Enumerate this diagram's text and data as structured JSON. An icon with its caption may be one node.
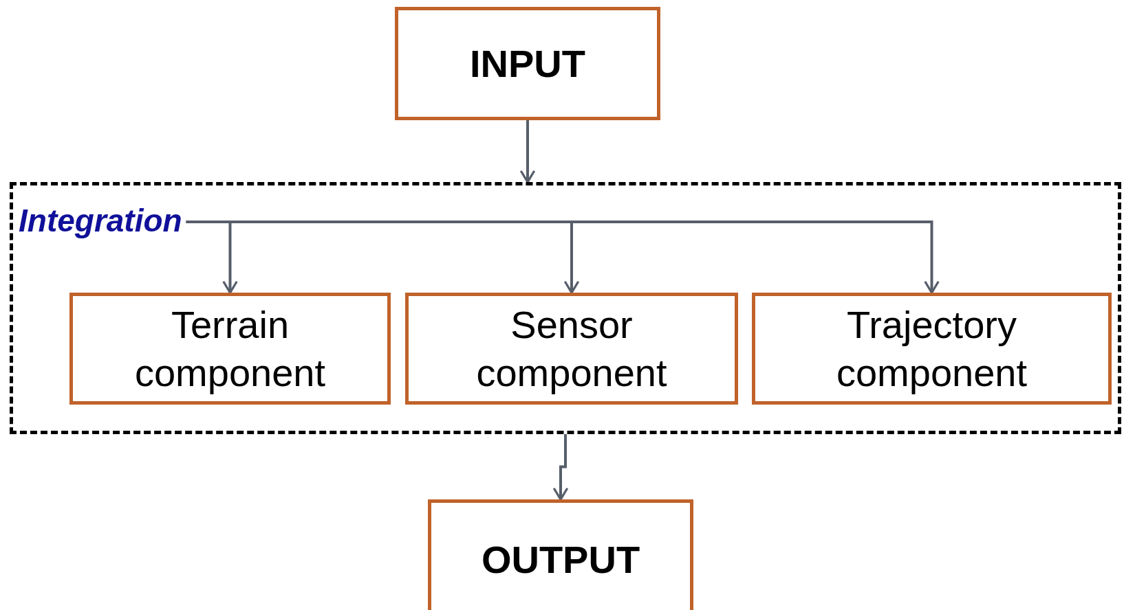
{
  "diagram": {
    "nodes": [
      {
        "text": [
          "INPUT"
        ]
      },
      {
        "text": [
          "Integration"
        ]
      },
      {
        "text": [
          "Terrain component"
        ],
        "in": 1
      },
      {
        "text": [
          "Sensor component"
        ],
        "in": 1
      },
      {
        "text": [
          "Trajectory component"
        ],
        "in": 1
      },
      {
        "text": [
          "OUTPUT"
        ]
      }
    ],
    "edges": [
      {
        "from": 0,
        "to": 1,
        "arrow": "to"
      },
      {
        "from": 1,
        "to": 2,
        "arrow": "to"
      },
      {
        "from": 1,
        "to": 3,
        "arrow": "to"
      },
      {
        "from": 1,
        "to": 4,
        "arrow": "to"
      },
      {
        "from": 1,
        "to": 5,
        "arrow": "to"
      }
    ]
  }
}
